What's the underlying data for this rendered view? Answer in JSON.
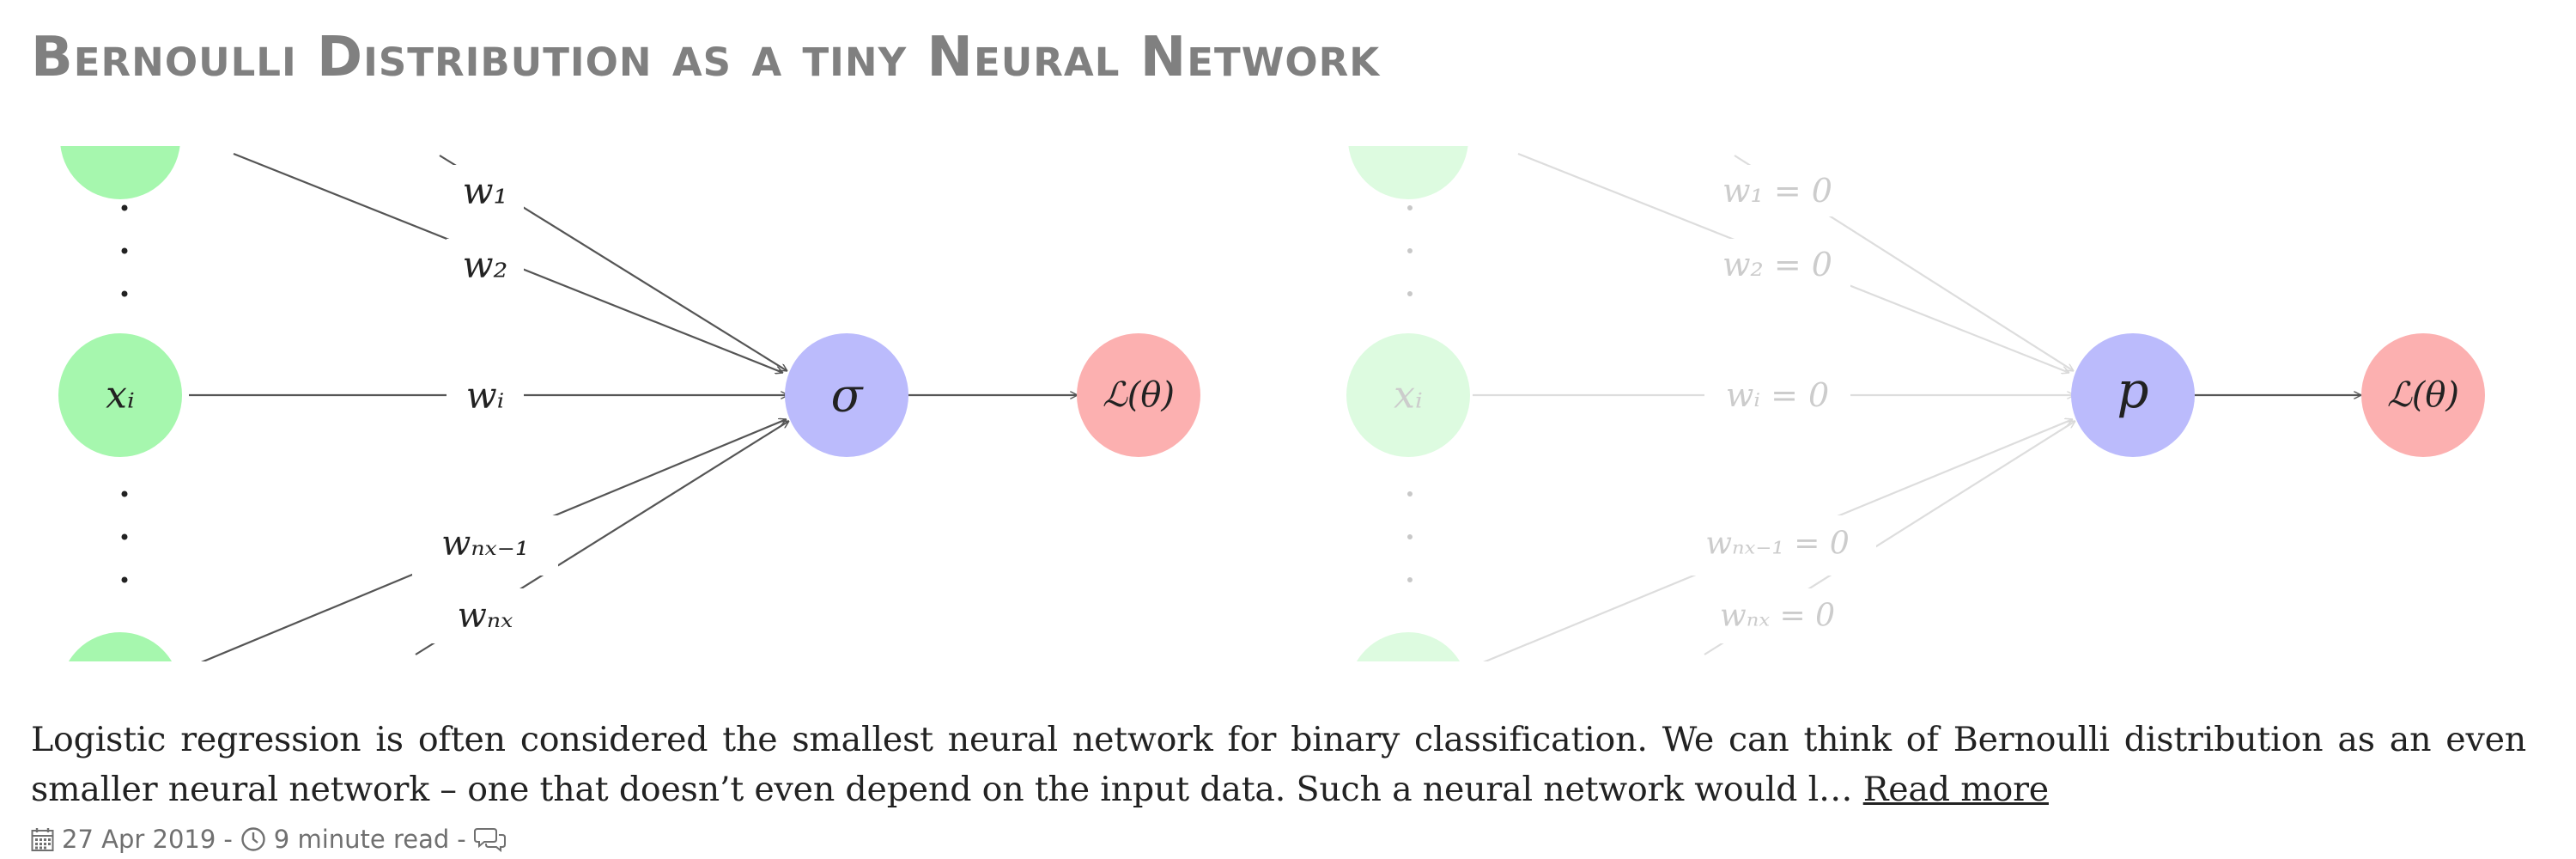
{
  "post": {
    "title": "Bernoulli Distribution as a tiny Neural Network",
    "excerpt": "Logistic regression is often considered the smallest neural network for binary classification. We can think of Bernoulli distribution as an even smaller neural network – one that doesn’t even depend on the input data. Such a neural network would l…",
    "read_more": "Read more",
    "date": "27 Apr 2019",
    "reading_time": "9 minute read",
    "separator": "-"
  },
  "figure": {
    "left": {
      "input_node": "xᵢ",
      "output_node": "σ",
      "loss_node": "ℒ(θ)",
      "weights": [
        "w₁",
        "w₂",
        "wᵢ",
        "wₙₓ₋₁",
        "wₙₓ"
      ]
    },
    "right": {
      "input_node": "xᵢ",
      "output_node": "p",
      "loss_node": "ℒ(θ)",
      "weights": [
        "w₁ = 0",
        "w₂ = 0",
        "wᵢ = 0",
        "wₙₓ₋₁ = 0",
        "wₙₓ = 0"
      ]
    },
    "colors": {
      "input_node": "#a6f7ae",
      "output_node": "#bbbbfc",
      "loss_node": "#fcb0b0",
      "edge": "#555555",
      "faded_edge": "#dddddd",
      "faded_input": "#ddfbe0"
    }
  },
  "meta_icons": {
    "date": "calendar-icon",
    "reading_time": "clock-icon",
    "comments": "comments-icon"
  }
}
